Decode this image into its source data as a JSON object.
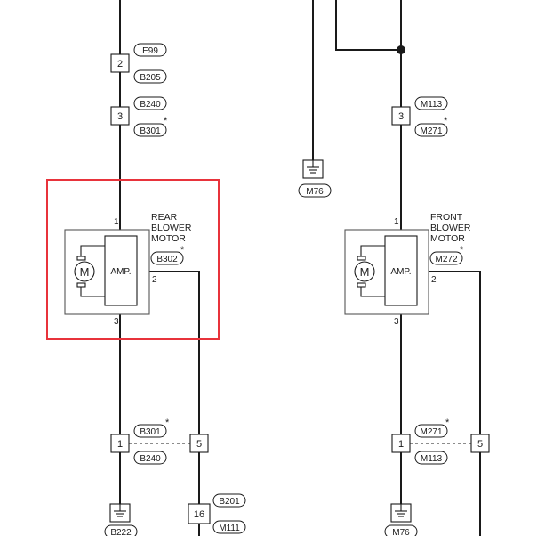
{
  "rear": {
    "upper_pin2": "2",
    "upper_pin3": "3",
    "tag_e99": "E99",
    "tag_b205": "B205",
    "tag_b240": "B240",
    "tag_b301": "B301",
    "star": "*",
    "title_line1": "REAR",
    "title_line2": "BLOWER",
    "title_line3": "MOTOR",
    "motor_tag": "B302",
    "pin1": "1",
    "pin2": "2",
    "pin3": "3",
    "motor_letter": "M",
    "amp_label": "AMP.",
    "lower_pin1": "1",
    "lower_pin5": "5",
    "tag_b301_lower": "B301",
    "tag_b240_lower": "B240",
    "pin16": "16",
    "tag_b201": "B201",
    "tag_m111": "M111",
    "ground_tag": "B222"
  },
  "front": {
    "ground_tag_top": "M76",
    "upper_pin3": "3",
    "tag_m113": "M113",
    "tag_m271": "M271",
    "star": "*",
    "title_line1": "FRONT",
    "title_line2": "BLOWER",
    "title_line3": "MOTOR",
    "motor_tag": "M272",
    "pin1": "1",
    "pin2": "2",
    "pin3": "3",
    "motor_letter": "M",
    "amp_label": "AMP.",
    "lower_pin1": "1",
    "lower_pin5": "5",
    "tag_m271_lower": "M271",
    "tag_m113_lower": "M113",
    "ground_tag": "M76"
  },
  "colors": {
    "highlight": "#e8333b",
    "wire": "#1a1a1a",
    "component": "#555555"
  }
}
